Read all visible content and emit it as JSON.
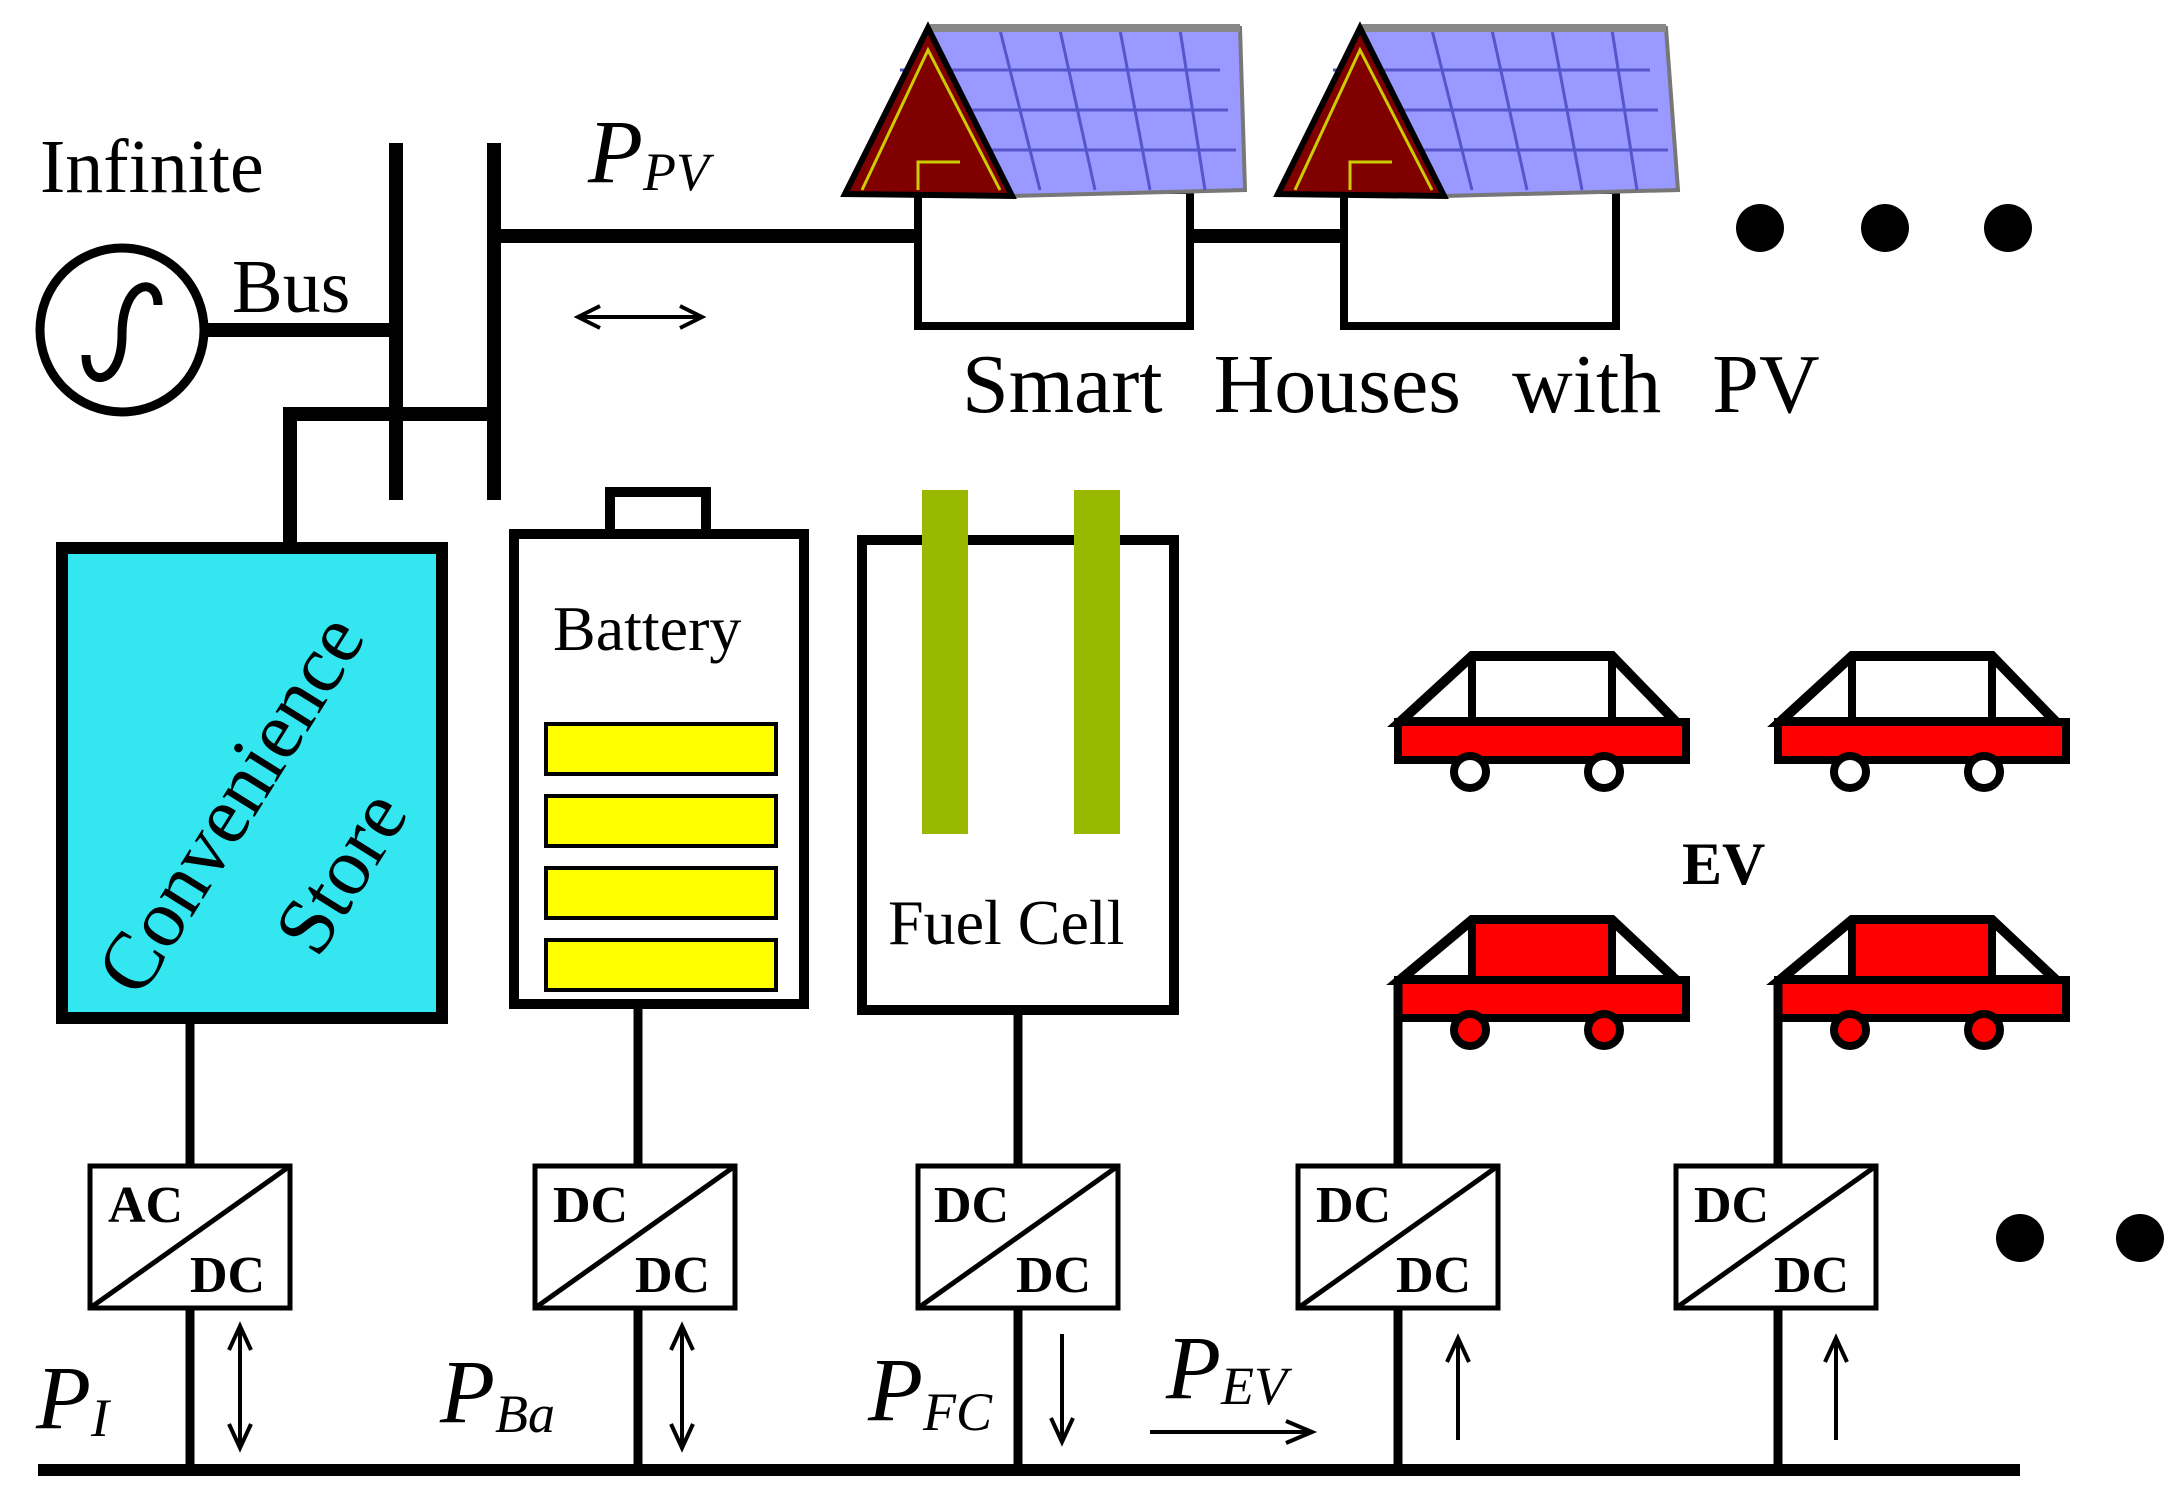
{
  "labels": {
    "infinite": "Infinite",
    "bus": "Bus",
    "smart_houses": "Smart Houses with PV",
    "convenience": "Convenience",
    "store": "Store",
    "battery": "Battery",
    "fuel_cell": "Fuel Cell",
    "ev": "EV"
  },
  "powers": {
    "pv": {
      "main": "P",
      "sub": "PV"
    },
    "inv": {
      "main": "P",
      "sub": "I"
    },
    "battery": {
      "main": "P",
      "sub": "Ba"
    },
    "fuel_cell": {
      "main": "P",
      "sub": "FC"
    },
    "ev": {
      "main": "P",
      "sub": "EV"
    }
  },
  "converters": [
    {
      "top": "AC",
      "bottom": "DC"
    },
    {
      "top": "DC",
      "bottom": "DC"
    },
    {
      "top": "DC",
      "bottom": "DC"
    },
    {
      "top": "DC",
      "bottom": "DC"
    },
    {
      "top": "DC",
      "bottom": "DC"
    }
  ],
  "colors": {
    "store_fill": "#33e6f0",
    "battery_cell": "#ffff00",
    "fuel_rod": "#99b800",
    "car_red": "#ff0000",
    "roof_panel": "#9999ff",
    "roof_gable": "#800000"
  }
}
